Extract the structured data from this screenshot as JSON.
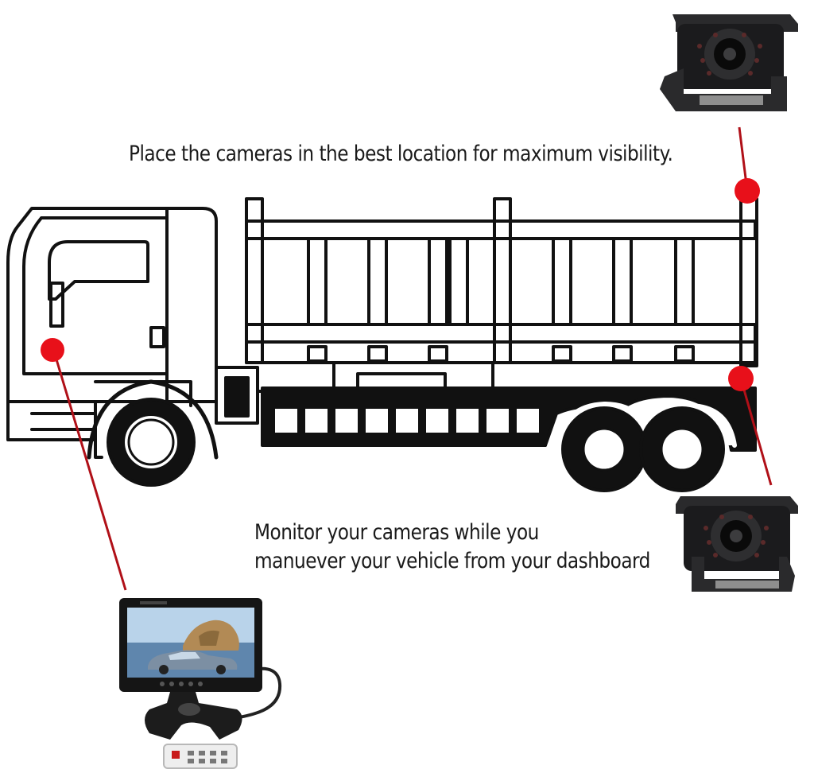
{
  "captions": {
    "placement": "Place the cameras in the best location for maximum visibility.",
    "monitor_line_1": "Monitor your cameras while you",
    "monitor_line_2": "manuever your vehicle from your dashboard"
  },
  "colors": {
    "outline": "#111111",
    "marker": "#e8101a",
    "callout_line": "#b01018",
    "camera_body": "#1b1b1d",
    "monitor_bezel": "#151515",
    "sky": "#b9d3ea",
    "sea": "#5f86ad",
    "rock": "#b28a55"
  },
  "icons": {
    "top_camera": "rear-view-camera-icon",
    "bottom_camera": "rear-view-camera-icon",
    "monitor": "dashboard-monitor-icon",
    "remote": "remote-control-icon"
  }
}
